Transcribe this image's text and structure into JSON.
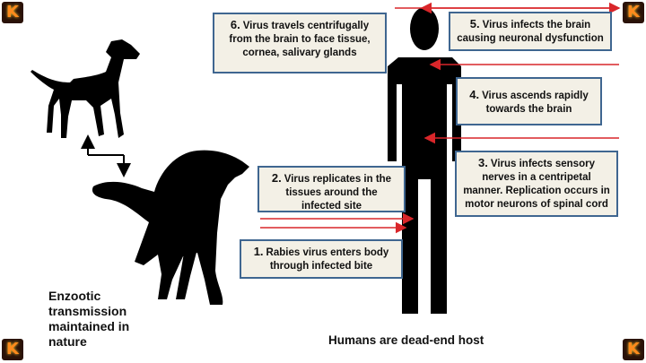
{
  "corner_logo": {
    "letter": "K",
    "glow_color": "#ff8a1c",
    "background": "#2a1208"
  },
  "steps": [
    {
      "num": "1.",
      "text": "Rabies virus enters body through infected bite"
    },
    {
      "num": "2.",
      "text": "Virus  replicates in the tissues around the infected site"
    },
    {
      "num": "3.",
      "text": "Virus infects sensory nerves in a centripetal manner. Replication occurs in motor neurons of spinal cord"
    },
    {
      "num": "4.",
      "text": "Virus  ascends rapidly towards the brain"
    },
    {
      "num": "5.",
      "text": "Virus  infects the brain causing neuronal dysfunction"
    },
    {
      "num": "6.",
      "text": "Virus travels centrifugally from the  brain  to face tissue,  cornea, salivary glands"
    }
  ],
  "labels": {
    "enzootic": "Enzootic transmission maintained in nature",
    "dead_end": "Humans are dead-end host"
  },
  "colors": {
    "arrow": "#d9262a",
    "box_border": "#3f6690",
    "box_fill": "#f3f0e6",
    "silhouette": "#000000"
  }
}
